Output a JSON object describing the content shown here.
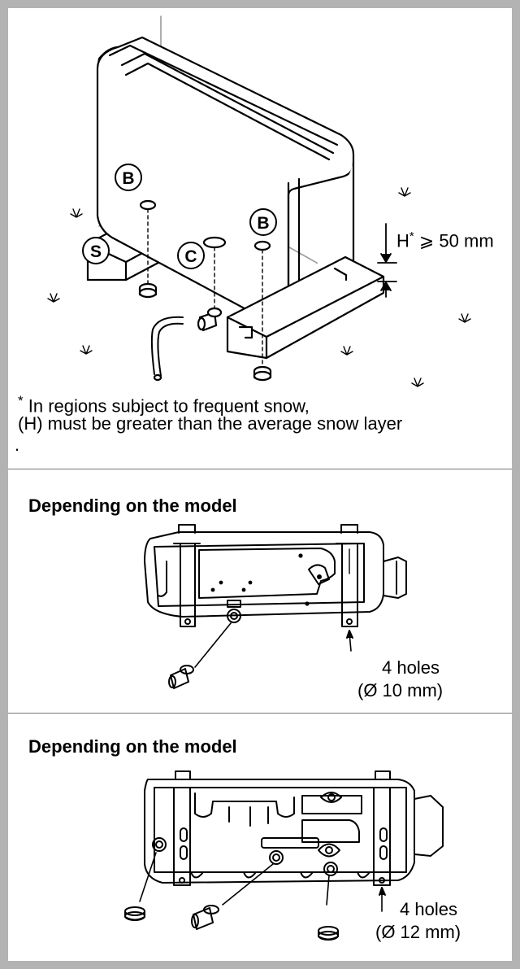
{
  "callouts": {
    "b_upper": "B",
    "b_lower": "B",
    "s": "S",
    "c": "C"
  },
  "height_label": {
    "h": "H",
    "star": "*",
    "rest": "⩾ 50 mm"
  },
  "note": {
    "star": "*",
    "line1": "In regions subject to frequent snow,",
    "line2": "(H) must be greater than the average snow layer",
    "line3": "."
  },
  "section_small": {
    "heading": "Depending on the model",
    "holes_count": "4 holes",
    "holes_size": "(Ø 10 mm)"
  },
  "section_large": {
    "heading": "Depending on the model",
    "holes_count": "4 holes",
    "holes_size": "(Ø 12 mm)"
  },
  "colors": {
    "border": "#b3b3b3",
    "divider": "#777777",
    "line": "#000000",
    "ghost": "#9a9a9a"
  }
}
